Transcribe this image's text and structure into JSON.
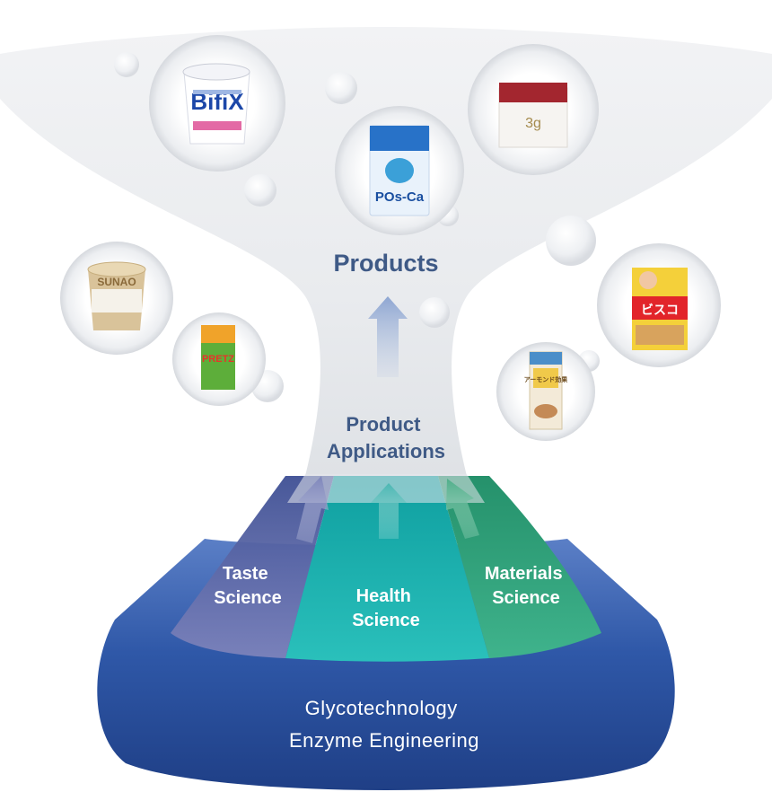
{
  "diagram": {
    "products_label": "Products",
    "applications_label": [
      "Product",
      "Applications"
    ],
    "sciences": [
      {
        "lines": [
          "Taste",
          "Science"
        ],
        "color": "#6f76ad"
      },
      {
        "lines": [
          "Health",
          "Science"
        ],
        "color": "#22b3b0"
      },
      {
        "lines": [
          "Materials",
          "Science"
        ],
        "color": "#33a882"
      }
    ],
    "base": {
      "lines": [
        "Glycotechnology",
        "Enzyme Engineering"
      ],
      "color": "#2a4f9b"
    },
    "text_color": "#3f5a86"
  },
  "products": [
    {
      "name": "bifix-product",
      "text": "BifiX"
    },
    {
      "name": "posca-product",
      "text": "POs-Ca"
    },
    {
      "name": "3g-cream-product",
      "text": "3g"
    },
    {
      "name": "sunao-product",
      "text": "SUNAO"
    },
    {
      "name": "pretz-product",
      "text": "PRETZ"
    },
    {
      "name": "bisco-product",
      "text": "ビスコ"
    },
    {
      "name": "almond-milk-product",
      "text": "アーモンド効果"
    }
  ]
}
